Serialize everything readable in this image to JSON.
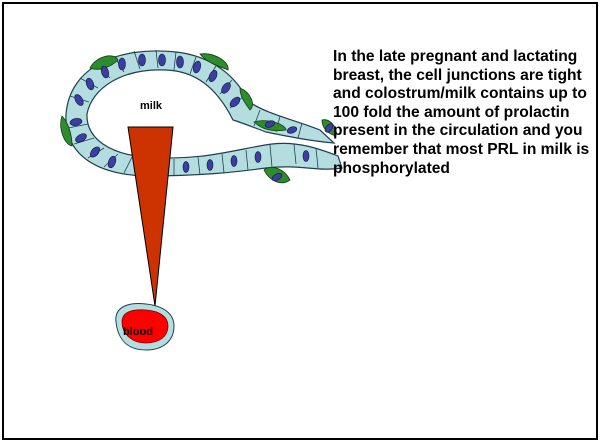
{
  "labels": {
    "milk": "milk",
    "blood": "blood"
  },
  "caption": "In the late pregnant and lactating breast, the cell junctions are tight and colostrum/milk contains up to 100 fold the amount of prolactin present in the circulation and you remember that most PRL in milk is phosphorylated",
  "colors": {
    "epithelium": "#b4dde0",
    "nucleus": "#3a3fa0",
    "myoepithelial": "#2e8b2e",
    "gradient_arrow": "#cc3300",
    "blood_vessel": "#ff0000"
  }
}
